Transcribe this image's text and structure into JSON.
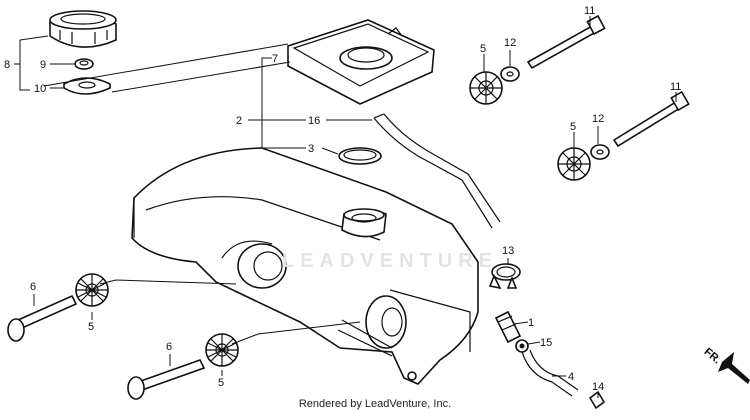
{
  "diagram": {
    "callouts": {
      "c1": "1",
      "c2": "2",
      "c3": "3",
      "c4": "4",
      "c5a": "5",
      "c5b": "5",
      "c5c": "5",
      "c5d": "5",
      "c6a": "6",
      "c6b": "6",
      "c7": "7",
      "c8": "8",
      "c9": "9",
      "c10": "10",
      "c11a": "11",
      "c11b": "11",
      "c12a": "12",
      "c12b": "12",
      "c13": "13",
      "c14": "14",
      "c15": "15",
      "c16": "16"
    },
    "front_marker": "FR."
  },
  "watermark": "LEADVENTURE",
  "footer": "Rendered by LeadVenture, Inc."
}
